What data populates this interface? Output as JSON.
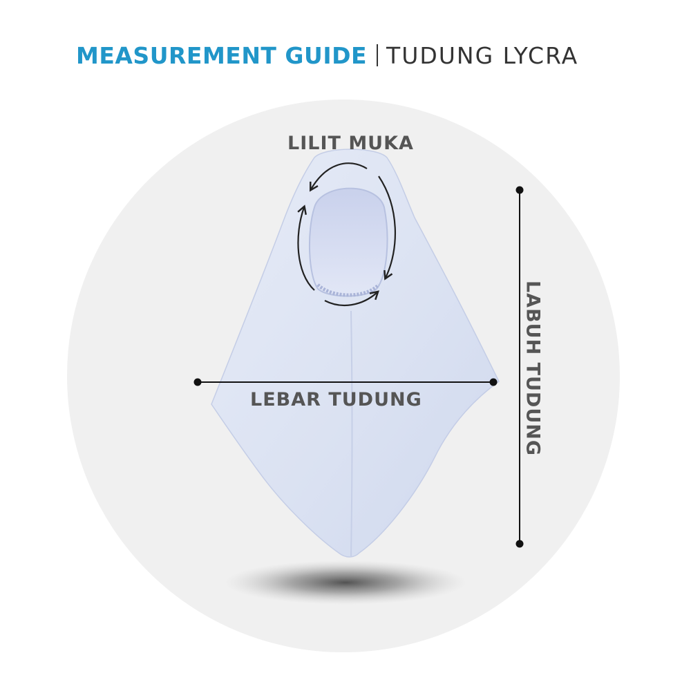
{
  "header": {
    "title_strong": "MEASUREMENT GUIDE",
    "title_light": "TUDUNG LYCRA"
  },
  "labels": {
    "face_circumference": "LILIT MUKA",
    "width": "LEBAR TUDUNG",
    "length": "LABUH TUDUNG"
  },
  "colors": {
    "accent": "#2196c9",
    "text": "#555555",
    "circle_bg": "#f0f0f0",
    "fabric": "#dde4f3",
    "measure_line": "#111111"
  },
  "icons": {
    "face_arrows": "circular-double-arrow",
    "measure_endpoints": "dot"
  }
}
